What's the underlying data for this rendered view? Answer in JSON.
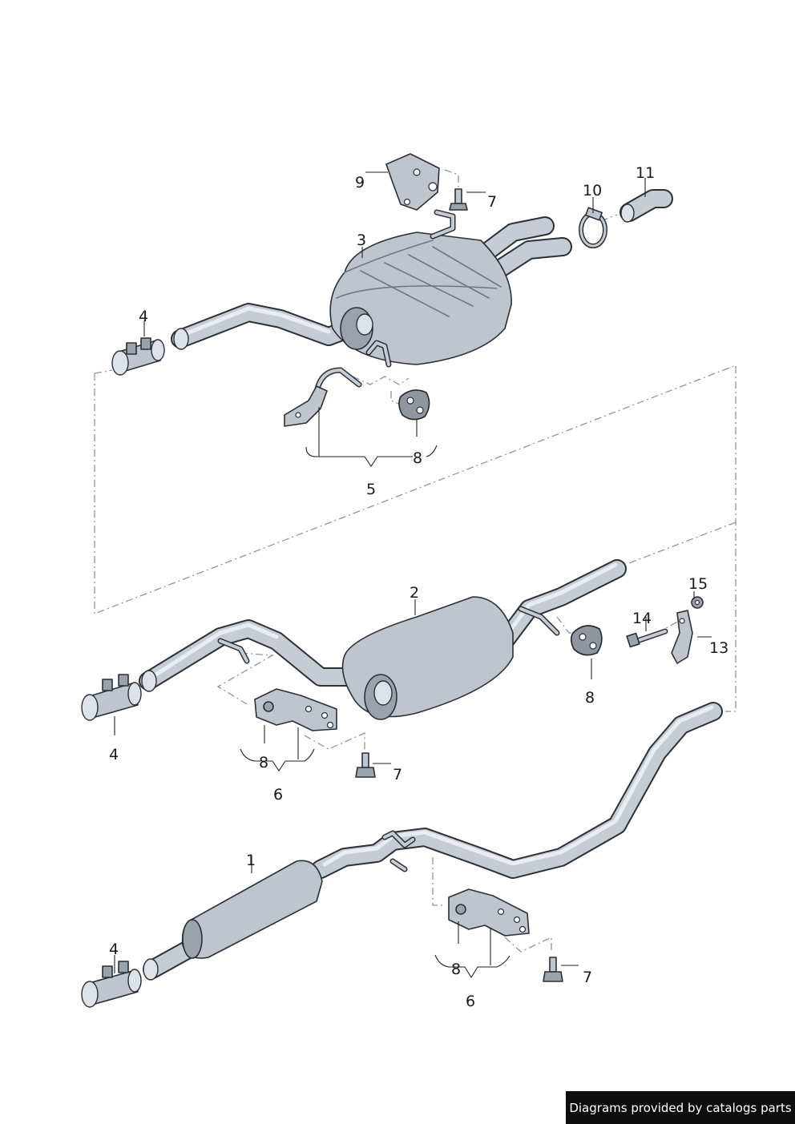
{
  "callouts": {
    "c1": "1",
    "c2": "2",
    "c3": "3",
    "c4a": "4",
    "c4b": "4",
    "c4c": "4",
    "c5": "5",
    "c6a": "6",
    "c6b": "6",
    "c7a": "7",
    "c7b": "7",
    "c7c": "7",
    "c8a": "8",
    "c8b": "8",
    "c8c": "8",
    "c8d": "8",
    "c9": "9",
    "c10": "10",
    "c11": "11",
    "c13": "13",
    "c14": "14",
    "c15": "15"
  },
  "footer": {
    "text": "Diagrams provided by catalogs parts"
  },
  "colors": {
    "metal": "#bfc5cd",
    "outline": "#2b3038",
    "leader_dash": "#8a96a8",
    "footer_bg": "#0d0d0d"
  }
}
